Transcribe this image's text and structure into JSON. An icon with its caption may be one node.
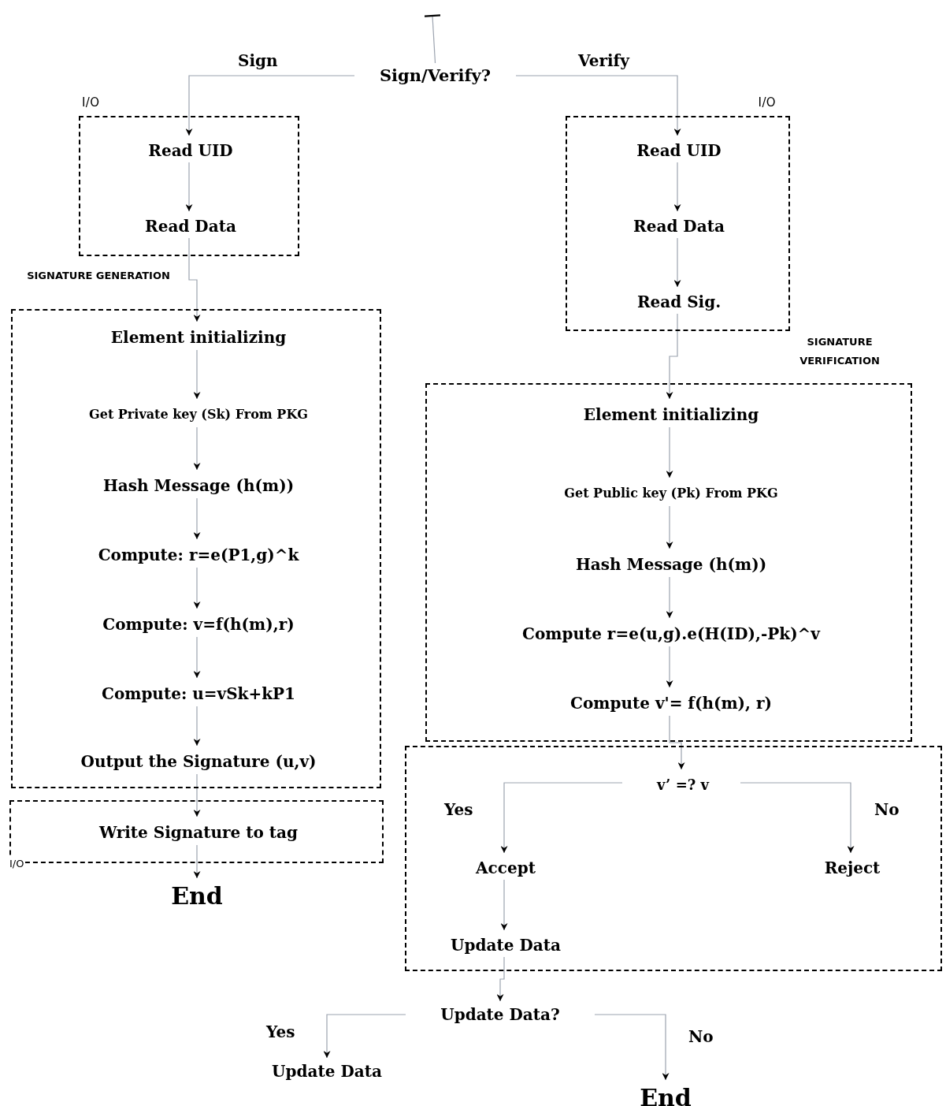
{
  "diagram": {
    "nodes": [
      {
        "text": [
          "Sign/Verify?"
        ]
      },
      {
        "text": [
          "I/O"
        ]
      },
      {
        "text": [
          "Read UID"
        ],
        "in": 1
      },
      {
        "text": [
          "Read Data"
        ],
        "in": 1
      },
      {
        "text": [
          "I/O"
        ]
      },
      {
        "text": [
          "Read UID"
        ],
        "in": 4
      },
      {
        "text": [
          "Read Data"
        ],
        "in": 4
      },
      {
        "text": [
          "Read Sig."
        ],
        "in": 4
      },
      {
        "text": [
          "SIGNATURE GENERATION"
        ]
      },
      {
        "text": [
          "Element initializing"
        ],
        "in": 8
      },
      {
        "text": [
          "Get Private key (Sk) From PKG"
        ],
        "in": 8
      },
      {
        "text": [
          "Hash Message (h(m))"
        ],
        "in": 8
      },
      {
        "text": [
          "Compute: r=e(P1,g)^k"
        ],
        "in": 8
      },
      {
        "text": [
          "Compute: v=f(h(m),r)"
        ],
        "in": 8
      },
      {
        "text": [
          "Compute: u=vSk+kP1"
        ],
        "in": 8
      },
      {
        "text": [
          "Output the Signature (u,v)"
        ],
        "in": 8
      },
      {
        "text": [
          "I/O"
        ]
      },
      {
        "text": [
          "Write Signature to tag"
        ],
        "in": 16
      },
      {
        "text": [
          "End"
        ]
      },
      {
        "text": [
          "SIGNATURE VERIFICATION"
        ]
      },
      {
        "text": [
          "Element initializing"
        ],
        "in": 19
      },
      {
        "text": [
          "Get Public key (Pk) From PKG"
        ],
        "in": 19
      },
      {
        "text": [
          "Hash Message (h(m))"
        ],
        "in": 19
      },
      {
        "text": [
          "Compute r=e(u,g).e(H(ID),-Pk)^v"
        ],
        "in": 19
      },
      {
        "text": [
          "Compute v'= f(h(m), r)"
        ],
        "in": 19
      },
      {
        "text": [],
        "shape": "box"
      },
      {
        "text": [
          "v’ =? v"
        ],
        "in": 25
      },
      {
        "text": [
          "Accept"
        ],
        "in": 25
      },
      {
        "text": [
          "Reject"
        ],
        "in": 25
      },
      {
        "text": [
          "Update Data"
        ],
        "in": 25
      },
      {
        "text": [
          "Update Data?"
        ]
      },
      {
        "text": [
          "Update Data"
        ]
      },
      {
        "text": [
          "End"
        ]
      }
    ],
    "edges": [
      {
        "from": null,
        "to": 0,
        "arrow": "other"
      },
      {
        "from": 0,
        "to": 2,
        "arrow": "to",
        "label": "Sign"
      },
      {
        "from": 0,
        "to": 5,
        "arrow": "to",
        "label": "Verify"
      },
      {
        "from": 2,
        "to": 3,
        "arrow": "to"
      },
      {
        "from": 3,
        "to": 9,
        "arrow": "to"
      },
      {
        "from": 9,
        "to": 10,
        "arrow": "to"
      },
      {
        "from": 10,
        "to": 11,
        "arrow": "to"
      },
      {
        "from": 11,
        "to": 12,
        "arrow": "to"
      },
      {
        "from": 12,
        "to": 13,
        "arrow": "to"
      },
      {
        "from": 13,
        "to": 14,
        "arrow": "to"
      },
      {
        "from": 14,
        "to": 15,
        "arrow": "to"
      },
      {
        "from": 15,
        "to": 17,
        "arrow": "to"
      },
      {
        "from": 17,
        "to": 18,
        "arrow": "to"
      },
      {
        "from": 5,
        "to": 6,
        "arrow": "to"
      },
      {
        "from": 6,
        "to": 7,
        "arrow": "to"
      },
      {
        "from": 7,
        "to": 20,
        "arrow": "to"
      },
      {
        "from": 20,
        "to": 21,
        "arrow": "to"
      },
      {
        "from": 21,
        "to": 22,
        "arrow": "to"
      },
      {
        "from": 22,
        "to": 23,
        "arrow": "to"
      },
      {
        "from": 23,
        "to": 24,
        "arrow": "to"
      },
      {
        "from": 24,
        "to": 26,
        "arrow": "to"
      },
      {
        "from": 26,
        "to": 27,
        "arrow": "to",
        "label": "Yes"
      },
      {
        "from": 26,
        "to": 28,
        "arrow": "to",
        "label": "No"
      },
      {
        "from": 27,
        "to": 29,
        "arrow": "to"
      },
      {
        "from": 29,
        "to": 30,
        "arrow": "to"
      },
      {
        "from": 30,
        "to": 31,
        "arrow": "to",
        "label": "Yes"
      },
      {
        "from": 30,
        "to": 32,
        "arrow": "to",
        "label": "No"
      }
    ]
  }
}
